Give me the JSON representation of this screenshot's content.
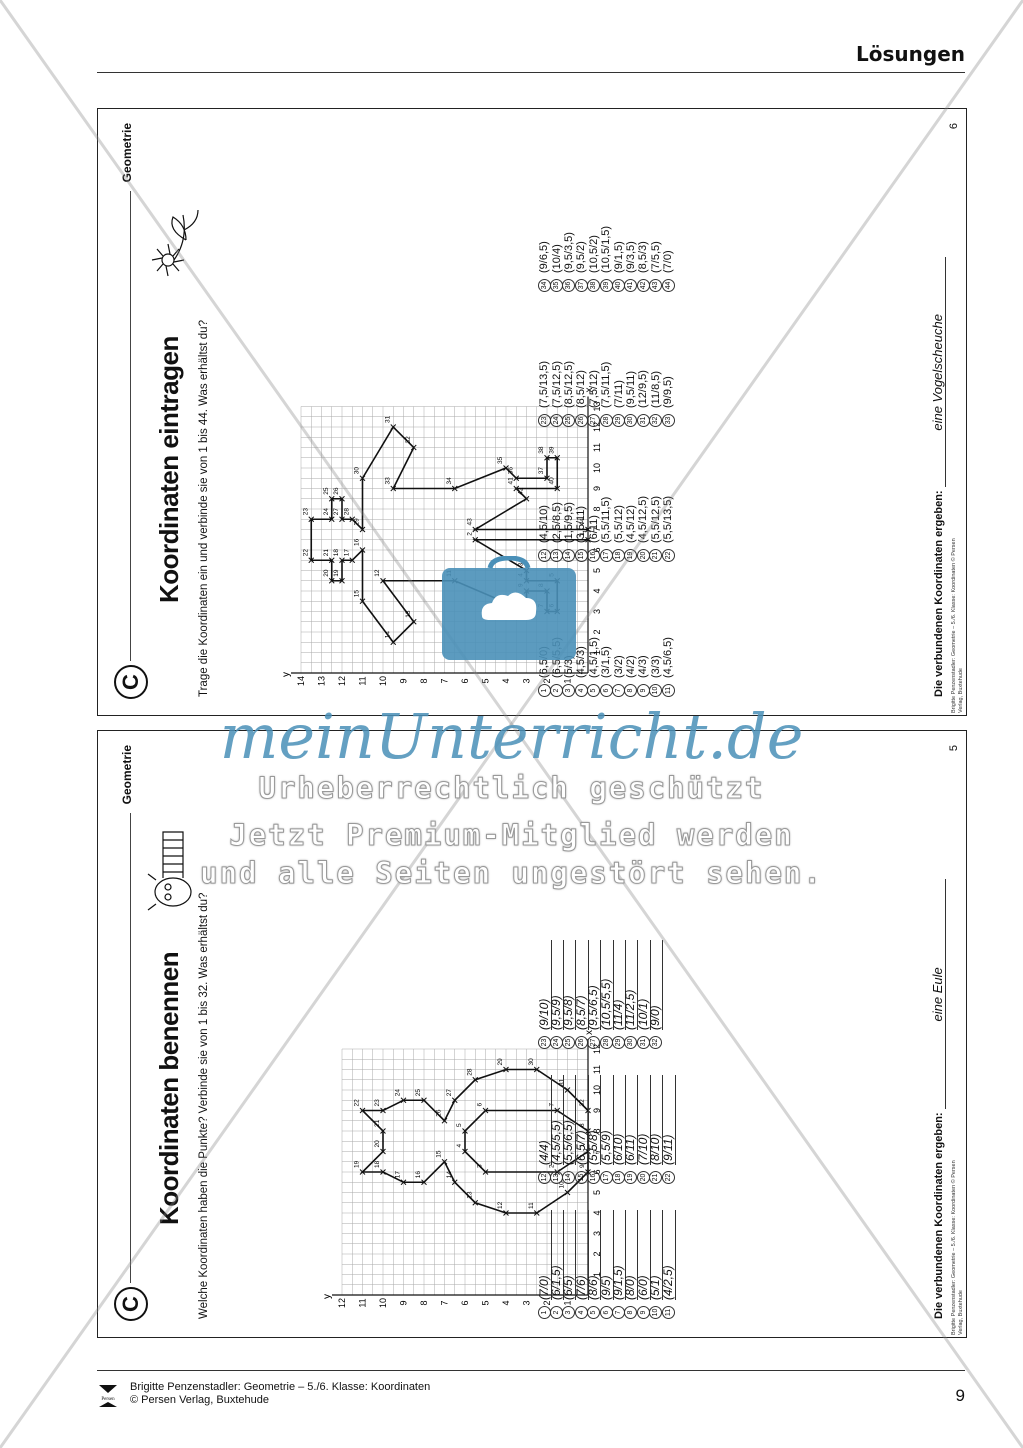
{
  "page": {
    "header_title": "Lösungen",
    "footer_line1": "Brigitte Penzenstadler: Geometrie – 5./6. Klasse: Koordinaten",
    "footer_line2": "© Persen Verlag, Buxtehude",
    "footer_page": "9",
    "logo_text": "Persen"
  },
  "watermark": {
    "brand": "meinUnterricht.de",
    "line1": "Urheberrechtlich geschützt",
    "line2": "Jetzt Premium-Mitglied werden",
    "line3": "und alle Seiten ungestört sehen."
  },
  "sheets": [
    {
      "letter": "C",
      "topic": "Geometrie",
      "title": "Koordinaten eintragen",
      "instruction": "Trage die Koordinaten ein und verbinde sie von 1 bis 44. Was erhältst du?",
      "axis_x": "x",
      "axis_y": "y",
      "result_label": "Die verbundenen Koordinaten ergeben:",
      "result_answer": "eine Vogelscheuche",
      "footer_small": "Brigitte Penzenstadler: Geometrie – 5./6. Klasse: Koordinaten © Persen Verlag, Buxtehude",
      "page_number": "6",
      "col1": [
        [
          "1",
          "(6,5/0)"
        ],
        [
          "2",
          "(6,5/5,5)"
        ],
        [
          "3",
          "(5/3)"
        ],
        [
          "4",
          "(4,5/3)"
        ],
        [
          "5",
          "(4,5/1,5)"
        ],
        [
          "6",
          "(3/1,5)"
        ],
        [
          "7",
          "(3/2)"
        ],
        [
          "8",
          "(4/2)"
        ],
        [
          "9",
          "(4/3)"
        ],
        [
          "10",
          "(3/3)"
        ],
        [
          "11",
          "(4,5/6,5)"
        ]
      ],
      "col2": [
        [
          "12",
          "(4,5/10)"
        ],
        [
          "13",
          "(2,5/8,5)"
        ],
        [
          "14",
          "(1,5/9,5)"
        ],
        [
          "15",
          "(3,5/11)"
        ],
        [
          "16",
          "(6/11)"
        ],
        [
          "17",
          "(5,5/11,5)"
        ],
        [
          "18",
          "(5,5/12)"
        ],
        [
          "19",
          "(4,5/12)"
        ],
        [
          "20",
          "(4,5/12,5)"
        ],
        [
          "21",
          "(5,5/12,5)"
        ],
        [
          "22",
          "(5,5/13,5)"
        ]
      ],
      "col3": [
        [
          "23",
          "(7,5/13,5)"
        ],
        [
          "24",
          "(7,5/12,5)"
        ],
        [
          "25",
          "(8,5/12,5)"
        ],
        [
          "26",
          "(8,5/12)"
        ],
        [
          "27",
          "(7,5/12)"
        ],
        [
          "28",
          "(7,5/11,5)"
        ],
        [
          "29",
          "(7/11)"
        ],
        [
          "30",
          "(9,5/11)"
        ],
        [
          "31",
          "(12/9,5)"
        ],
        [
          "32",
          "(11/8,5)"
        ],
        [
          "33",
          "(9/9,5)"
        ]
      ],
      "col4": [
        [
          "34",
          "(9/6,5)"
        ],
        [
          "35",
          "(10/4)"
        ],
        [
          "36",
          "(9,5/3,5)"
        ],
        [
          "37",
          "(9,5/2)"
        ],
        [
          "38",
          "(10,5/2)"
        ],
        [
          "39",
          "(10,5/1,5)"
        ],
        [
          "40",
          "(9/1,5)"
        ],
        [
          "41",
          "(9/3,5)"
        ],
        [
          "42",
          "(8,5/3)"
        ],
        [
          "43",
          "(7/5,5)"
        ],
        [
          "44",
          "(7/0)"
        ]
      ]
    },
    {
      "letter": "C",
      "topic": "Geometrie",
      "title": "Koordinaten benennen",
      "instruction": "Welche Koordinaten haben die Punkte? Verbinde sie von 1 bis 32. Was erhältst du?",
      "axis_x": "x",
      "axis_y": "y",
      "result_label": "Die verbundenen Koordinaten ergeben:",
      "result_answer": "eine Eule",
      "footer_small": "Brigitte Penzenstadler: Geometrie – 5./6. Klasse: Koordinaten © Persen Verlag, Buxtehude",
      "page_number": "5",
      "col1": [
        [
          "1",
          "(7/0)"
        ],
        [
          "2",
          "(6/1,5)"
        ],
        [
          "3",
          "(6/5)"
        ],
        [
          "4",
          "(7/6)"
        ],
        [
          "5",
          "(8/6)"
        ],
        [
          "6",
          "(9/5)"
        ],
        [
          "7",
          "(9/1,5)"
        ],
        [
          "8",
          "(8/0)"
        ],
        [
          "9",
          "(6/0)"
        ],
        [
          "10",
          "(5/1)"
        ],
        [
          "11",
          "(4/2,5)"
        ]
      ],
      "col2": [
        [
          "12",
          "(4/4)"
        ],
        [
          "13",
          "(4,5/5,5)"
        ],
        [
          "14",
          "(5,5/6,5)"
        ],
        [
          "15",
          "(6,5/7)"
        ],
        [
          "16",
          "(5,5/8)"
        ],
        [
          "17",
          "(5,5/9)"
        ],
        [
          "18",
          "(6/10)"
        ],
        [
          "19",
          "(6/11)"
        ],
        [
          "20",
          "(7/10)"
        ],
        [
          "21",
          "(8/10)"
        ],
        [
          "22",
          "(9/11)"
        ]
      ],
      "col3": [
        [
          "23",
          "(9/10)"
        ],
        [
          "24",
          "(9,5/9)"
        ],
        [
          "25",
          "(9,5/8)"
        ],
        [
          "26",
          "(8,5/7)"
        ],
        [
          "27",
          "(9,5/6,5)"
        ],
        [
          "28",
          "(10,5/5,5)"
        ],
        [
          "29",
          "(11/4)"
        ],
        [
          "30",
          "(11/2,5)"
        ],
        [
          "31",
          "(10/1)"
        ],
        [
          "32",
          "(9/0)"
        ]
      ],
      "col4": []
    }
  ]
}
